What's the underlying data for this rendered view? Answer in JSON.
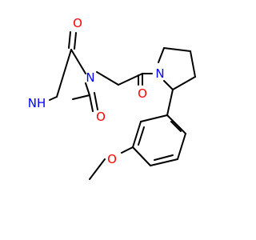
{
  "atoms": {
    "o_top": "O",
    "n_ring1": "N",
    "nh_ring1": "NH",
    "o_urea": "O",
    "o_acyl": "O",
    "n_pyrrolidine": "N",
    "o_methoxy": "O"
  },
  "colors": {
    "oxygen": "#ff0000",
    "nitrogen": "#0000ff",
    "carbon_bond": "#000000",
    "background": "#ffffff"
  }
}
